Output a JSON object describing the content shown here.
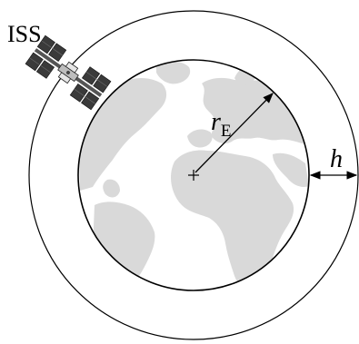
{
  "diagram": {
    "iss_label": "ISS",
    "radius_symbol": "r",
    "radius_subscript": "E",
    "altitude_symbol": "h"
  },
  "colors": {
    "background": "#ffffff",
    "stroke": "#000000",
    "land": "#d9d9d9",
    "satellite_panel": "#3a3a3a"
  },
  "icons": {
    "satellite": "iss-satellite-icon",
    "earth_continents": "earth-continents-icon",
    "center_marker": "center-plus-icon"
  }
}
